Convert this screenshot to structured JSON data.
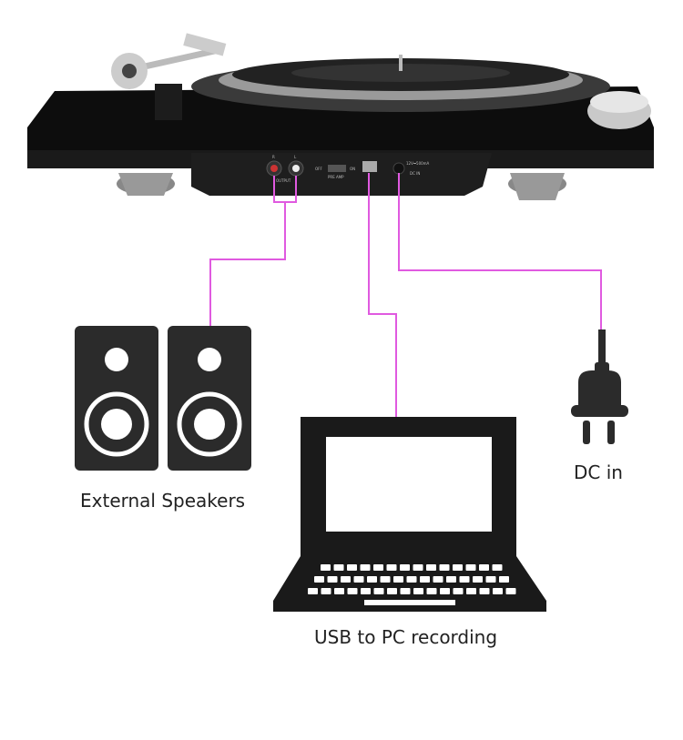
{
  "panel": {
    "rca_right": "R",
    "rca_left": "L",
    "output": "OUTPUT",
    "preamp_off": "OFF",
    "preamp_on": "ON",
    "preamp": "PRE AMP",
    "dc_rating": "12V⎓500mA",
    "dc_in": "DC IN"
  },
  "labels": {
    "speakers": "External Speakers",
    "pc": "USB to PC recording",
    "dc": "DC in"
  },
  "colors": {
    "cable": "#e05ae0",
    "device": "#2b2b2b"
  }
}
